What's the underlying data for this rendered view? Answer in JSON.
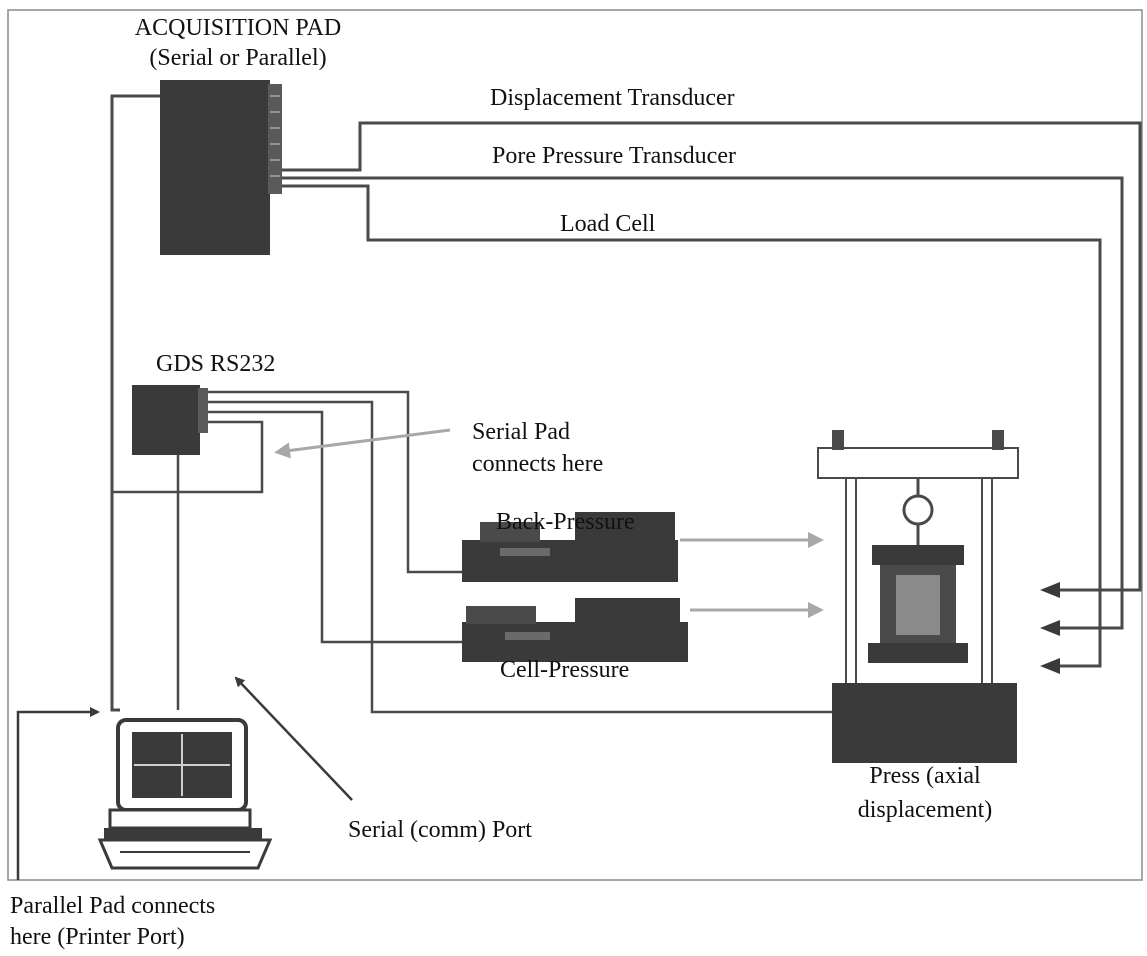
{
  "diagram": {
    "labels": {
      "acquisition_pad_title": "ACQUISITION PAD",
      "acquisition_pad_sub": "(Serial or Parallel)",
      "displacement": "Displacement Transducer",
      "pore_pressure": "Pore Pressure Transducer",
      "load_cell": "Load Cell",
      "gds": "GDS RS232",
      "serial_pad_1": "Serial Pad",
      "serial_pad_2": "connects here",
      "back_pressure": "Back-Pressure",
      "cell_pressure": "Cell-Pressure",
      "press_1": "Press (axial",
      "press_2": "displacement)",
      "serial_port": "Serial (comm) Port",
      "parallel_1": "Parallel  Pad  connects",
      "parallel_2": "here (Printer Port)"
    },
    "colors": {
      "line": "#4a4a4a",
      "device": "#3a3a3a",
      "arrow_gray": "#a8a8a8",
      "frame": "#8a8a8a"
    },
    "icons": [
      "acquisition-pad",
      "gds-controller",
      "pressure-controller",
      "triaxial-press",
      "computer"
    ]
  }
}
